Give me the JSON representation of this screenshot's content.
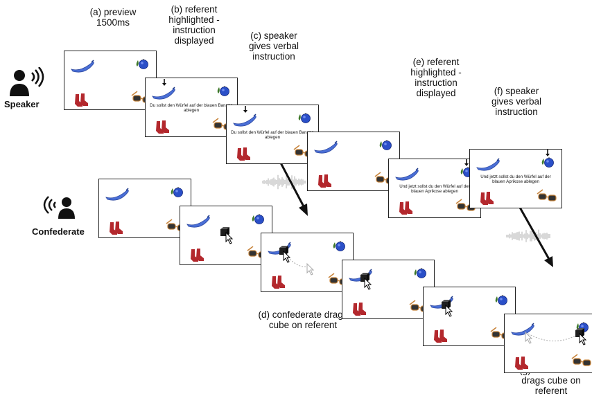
{
  "roles": {
    "speaker": "Speaker",
    "confederate": "Confederate"
  },
  "captions": {
    "a": "(a) preview\n1500ms",
    "b": "(b) referent\nhighlighted -\ninstruction\ndisplayed",
    "c": "(c) speaker\ngives verbal\ninstruction",
    "d": "(d) confederate drags\ncube on referent",
    "e": "(e) referent\nhighlighted -\ninstruction\ndisplayed",
    "f": "(f) speaker\ngives verbal\ninstruction",
    "g": "(g) confederate\ndrags cube on\nreferent"
  },
  "instructions": {
    "banana": "Du sollst den Würfel auf der blauen Banane ablegen",
    "apricot": "Und jetzt sollst du den Würfel auf der blauen Aprikose ablegen"
  },
  "objects": {
    "banana": "blue-banana",
    "apricot": "blue-apricot",
    "socks": "red-socks",
    "sunglasses": "sunglasses",
    "cube": "black-cube",
    "cursor": "mouse-cursor",
    "arrow": "highlight-arrow"
  },
  "colors": {
    "banana": "#4a6fd6",
    "apricot": "#2a4fc8",
    "socks": "#b3282d",
    "glasses_frame": "#c8843a",
    "glasses_lens": "#333333",
    "leaf": "#3f7a2a",
    "cube": "#1e1e1e"
  },
  "frames": [
    {
      "id": "s1",
      "row": "speaker",
      "instruction": null,
      "arrow_on": null,
      "cube": null
    },
    {
      "id": "s2",
      "row": "speaker",
      "instruction": "banana",
      "arrow_on": "banana",
      "cube": null
    },
    {
      "id": "s3",
      "row": "speaker",
      "instruction": "banana",
      "arrow_on": "banana",
      "cube": null
    },
    {
      "id": "s4",
      "row": "speaker",
      "instruction": null,
      "arrow_on": null,
      "cube": null
    },
    {
      "id": "s5",
      "row": "speaker",
      "instruction": "apricot",
      "arrow_on": "apricot",
      "cube": null
    },
    {
      "id": "s6",
      "row": "speaker",
      "instruction": "apricot",
      "arrow_on": "apricot",
      "cube": null
    },
    {
      "id": "c1",
      "row": "confederate",
      "instruction": null,
      "arrow_on": null,
      "cube": null
    },
    {
      "id": "c2",
      "row": "confederate",
      "instruction": null,
      "arrow_on": null,
      "cube": "center"
    },
    {
      "id": "c3",
      "row": "confederate",
      "instruction": null,
      "arrow_on": null,
      "cube": "banana",
      "path": true
    },
    {
      "id": "c4",
      "row": "confederate",
      "instruction": null,
      "arrow_on": null,
      "cube": "banana"
    },
    {
      "id": "c5",
      "row": "confederate",
      "instruction": null,
      "arrow_on": null,
      "cube": "banana"
    },
    {
      "id": "c6",
      "row": "confederate",
      "instruction": null,
      "arrow_on": null,
      "cube": "apricot",
      "path": true
    }
  ]
}
